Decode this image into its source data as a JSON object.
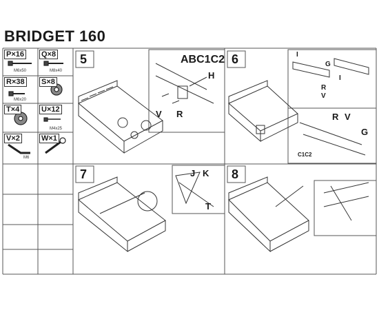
{
  "title": "BRIDGET 160",
  "parts": [
    {
      "label": "P×16",
      "size": "M6x50"
    },
    {
      "label": "Q×8",
      "size": "M8x40"
    },
    {
      "label": "R×38",
      "size": "M6x20"
    },
    {
      "label": "S×8",
      "size": ""
    },
    {
      "label": "T×4",
      "size": ""
    },
    {
      "label": "U×12",
      "size": "M4x25"
    },
    {
      "label": "V×2",
      "size": "M6"
    },
    {
      "label": "W×1",
      "size": ""
    }
  ],
  "steps": [
    {
      "number": "5",
      "callouts": [
        "ABC1C2",
        "H",
        "V",
        "R"
      ]
    },
    {
      "number": "6",
      "callouts": [
        "I",
        "G",
        "I",
        "R",
        "V",
        "R",
        "V",
        "G",
        "C1C2"
      ]
    },
    {
      "number": "7",
      "callouts": [
        "J",
        "K",
        "T"
      ]
    },
    {
      "number": "8",
      "callouts": []
    }
  ]
}
